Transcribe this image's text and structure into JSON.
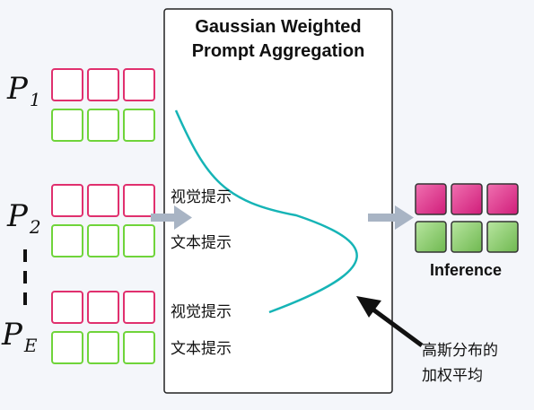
{
  "box_title_line1": "Gaussian Weighted",
  "box_title_line2": "Prompt Aggregation",
  "prompts": [
    {
      "label": "P",
      "sub": "1"
    },
    {
      "label": "P",
      "sub": "2"
    },
    {
      "label": "P",
      "sub": "E"
    }
  ],
  "visual_prompt_label": "视觉提示",
  "text_prompt_label": "文本提示",
  "inference_label": "Inference",
  "weighted_avg_line1": "高斯分布的",
  "weighted_avg_line2": "加权平均",
  "colors": {
    "visual_token": "#e0306e",
    "text_token": "#6fd43a",
    "curve": "#16b4b6",
    "arrow": "#a8b4c4"
  }
}
